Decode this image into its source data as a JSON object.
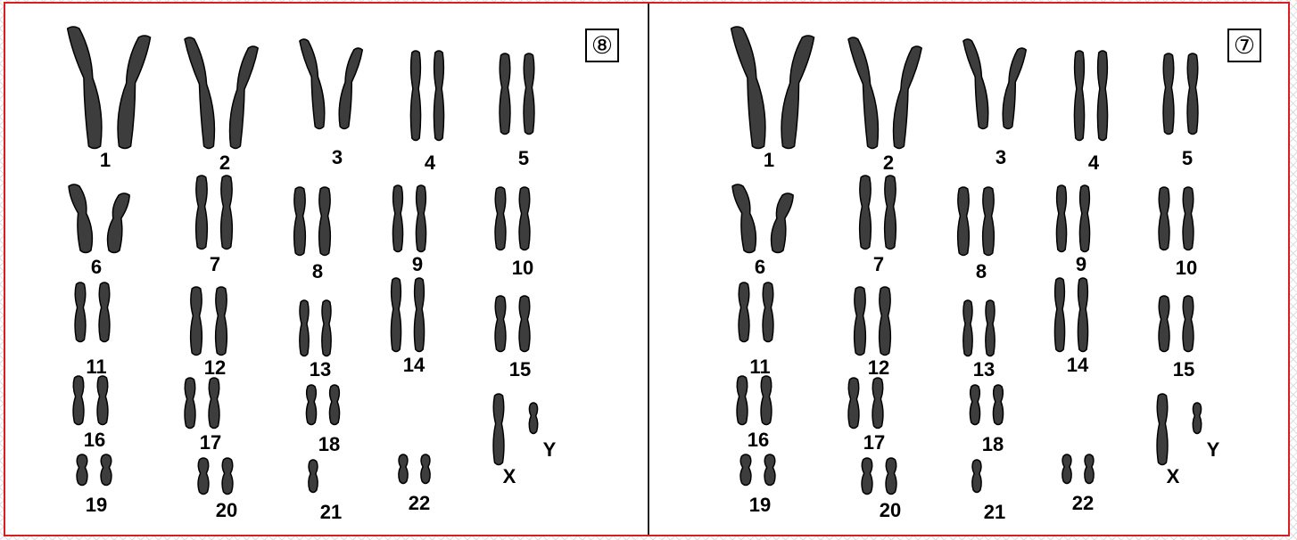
{
  "panels": [
    {
      "marker": "⑧",
      "karyotype": [
        {
          "label": "1"
        },
        {
          "label": "2"
        },
        {
          "label": "3"
        },
        {
          "label": "4"
        },
        {
          "label": "5"
        },
        {
          "label": "6"
        },
        {
          "label": "7"
        },
        {
          "label": "8"
        },
        {
          "label": "9"
        },
        {
          "label": "10"
        },
        {
          "label": "11"
        },
        {
          "label": "12"
        },
        {
          "label": "13"
        },
        {
          "label": "14"
        },
        {
          "label": "15"
        },
        {
          "label": "16"
        },
        {
          "label": "17"
        },
        {
          "label": "18"
        },
        {
          "label": "19"
        },
        {
          "label": "20"
        },
        {
          "label": "21"
        },
        {
          "label": "22"
        },
        {
          "label": "X"
        },
        {
          "label": "Y"
        }
      ]
    },
    {
      "marker": "⑦",
      "karyotype": [
        {
          "label": "1"
        },
        {
          "label": "2"
        },
        {
          "label": "3"
        },
        {
          "label": "4"
        },
        {
          "label": "5"
        },
        {
          "label": "6"
        },
        {
          "label": "7"
        },
        {
          "label": "8"
        },
        {
          "label": "9"
        },
        {
          "label": "10"
        },
        {
          "label": "11"
        },
        {
          "label": "12"
        },
        {
          "label": "13"
        },
        {
          "label": "14"
        },
        {
          "label": "15"
        },
        {
          "label": "16"
        },
        {
          "label": "17"
        },
        {
          "label": "18"
        },
        {
          "label": "19"
        },
        {
          "label": "20"
        },
        {
          "label": "21"
        },
        {
          "label": "22"
        },
        {
          "label": "X"
        },
        {
          "label": "Y"
        }
      ]
    }
  ]
}
